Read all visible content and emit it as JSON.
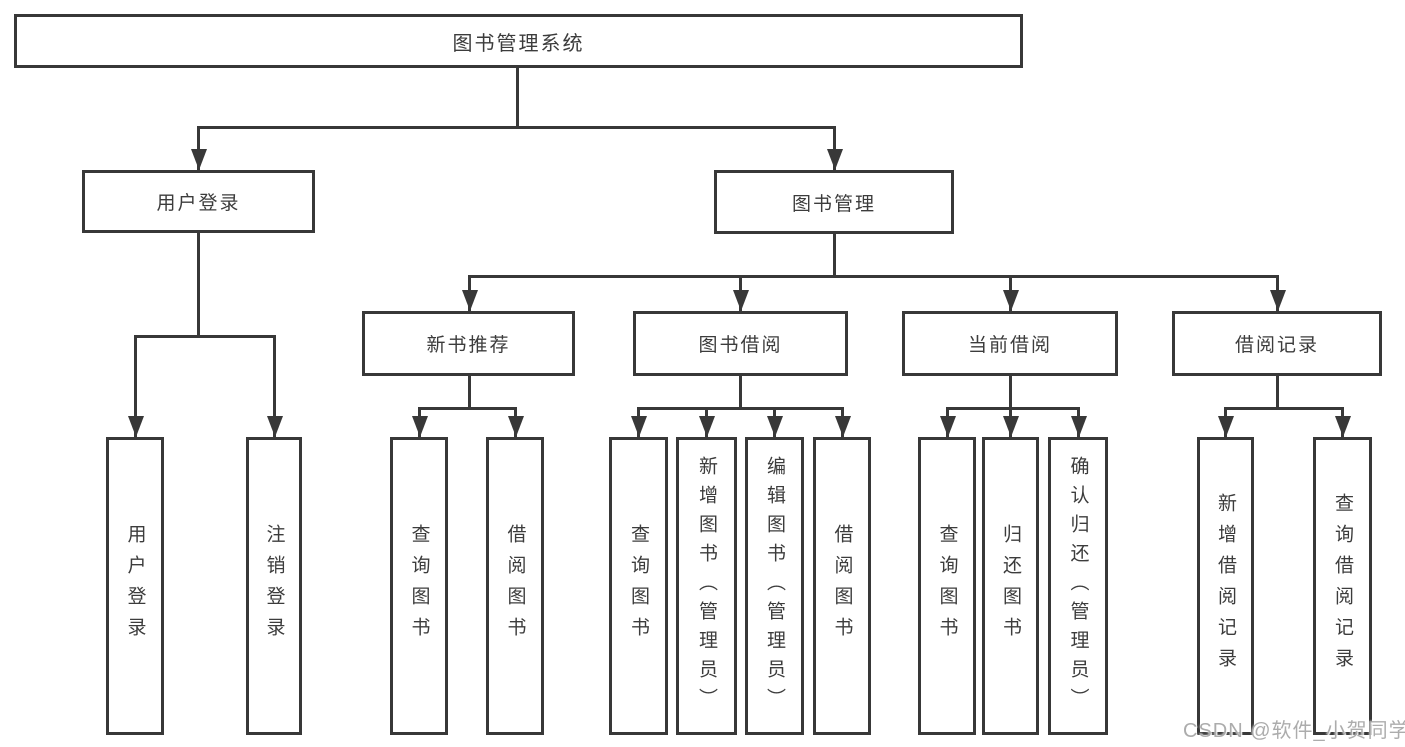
{
  "diagram": {
    "root": {
      "label": "图书管理系统"
    },
    "level1": [
      {
        "id": "user-login",
        "label": "用户登录",
        "children": [
          {
            "label": "用户登录"
          },
          {
            "label": "注销登录"
          }
        ]
      },
      {
        "id": "book-management",
        "label": "图书管理",
        "children": [
          {
            "label": "新书推荐",
            "children": [
              {
                "label": "查询图书"
              },
              {
                "label": "借阅图书"
              }
            ]
          },
          {
            "label": "图书借阅",
            "children": [
              {
                "label": "查询图书"
              },
              {
                "label": "新增图书（管理员）"
              },
              {
                "label": "编辑图书（管理员）"
              },
              {
                "label": "借阅图书"
              }
            ]
          },
          {
            "label": "当前借阅",
            "children": [
              {
                "label": "查询图书"
              },
              {
                "label": "归还图书"
              },
              {
                "label": "确认归还（管理员）"
              }
            ]
          },
          {
            "label": "借阅记录",
            "children": [
              {
                "label": "新增借阅记录"
              },
              {
                "label": "查询借阅记录"
              }
            ]
          }
        ]
      }
    ]
  },
  "watermark": {
    "text": "CSDN @软件_小贺同学"
  },
  "colors": {
    "line": "#383838",
    "text": "#3c3c3c",
    "watermark": "#a5a5a5",
    "background": "#ffffff"
  }
}
